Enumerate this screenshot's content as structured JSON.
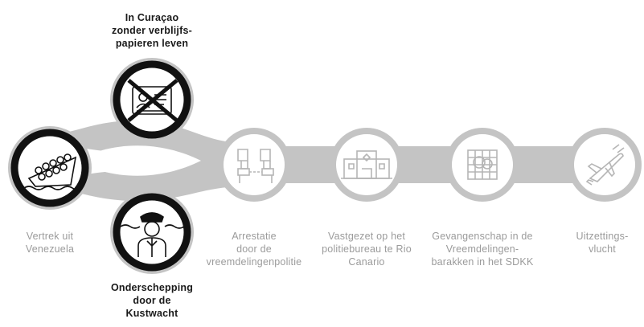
{
  "colors": {
    "track": "#c4c4c4",
    "active_ring": "#111111",
    "inactive_icon": "#b5b5b5",
    "active_text": "#1a1a1a",
    "inactive_text": "#9b9b9b"
  },
  "steps": [
    {
      "id": "vertrek",
      "label": "Vertrek uit\nVenezuela",
      "icon": "boat-with-people-icon",
      "active": true
    },
    {
      "id": "curacao",
      "label": "In Curaçao\nzonder verblijfs-\npapieren leven",
      "icon": "crossed-id-card-icon",
      "active": true
    },
    {
      "id": "onderschepping",
      "label": "Onderschepping\ndoor de\nKustwacht",
      "icon": "coast-guard-officer-icon",
      "active": true
    },
    {
      "id": "arrestatie",
      "label": "Arrestatie\ndoor de\nvreemdelingenpolitie",
      "icon": "handcuffed-fists-icon",
      "active": false
    },
    {
      "id": "vastgezet",
      "label": "Vastgezet op het\npolitiebureau te Rio\nCanario",
      "icon": "police-station-icon",
      "active": false
    },
    {
      "id": "gevangenschap",
      "label": "Gevangenschap in de\nVreemdelingen-\nbarakken in het SDKK",
      "icon": "detention-cell-icon",
      "active": false
    },
    {
      "id": "uitzetting",
      "label": "Uitzettings-\nvlucht",
      "icon": "airplane-icon",
      "active": false
    }
  ]
}
